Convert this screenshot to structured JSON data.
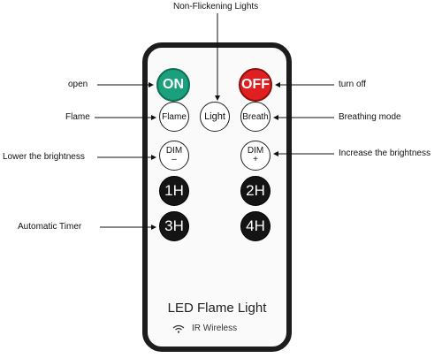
{
  "callouts": {
    "non_flickering": "Non-Flickening Lights",
    "open": "open",
    "flame": "Flame",
    "lower": "Lower the brightness",
    "timer": "Automatic Timer",
    "turn_off": "turn off",
    "breathing": "Breathing mode",
    "increase": "Increase the brightness"
  },
  "buttons": {
    "on": "ON",
    "off": "OFF",
    "flame": "Flame",
    "light": "Light",
    "breath": "Breath",
    "dim_minus_top": "DIM",
    "dim_minus_bottom": "–",
    "dim_plus_top": "DIM",
    "dim_plus_bottom": "+",
    "h1": "1H",
    "h2": "2H",
    "h3": "3H",
    "h4": "4H"
  },
  "remote": {
    "brand": "LED Flame Light",
    "wireless": "IR Wireless"
  },
  "colors": {
    "on": "#1aa07c",
    "off": "#e02020",
    "body_border": "#1c1c1c"
  },
  "icons": {
    "wireless": "wifi-signal-icon",
    "arrow": "arrowhead-icon"
  }
}
